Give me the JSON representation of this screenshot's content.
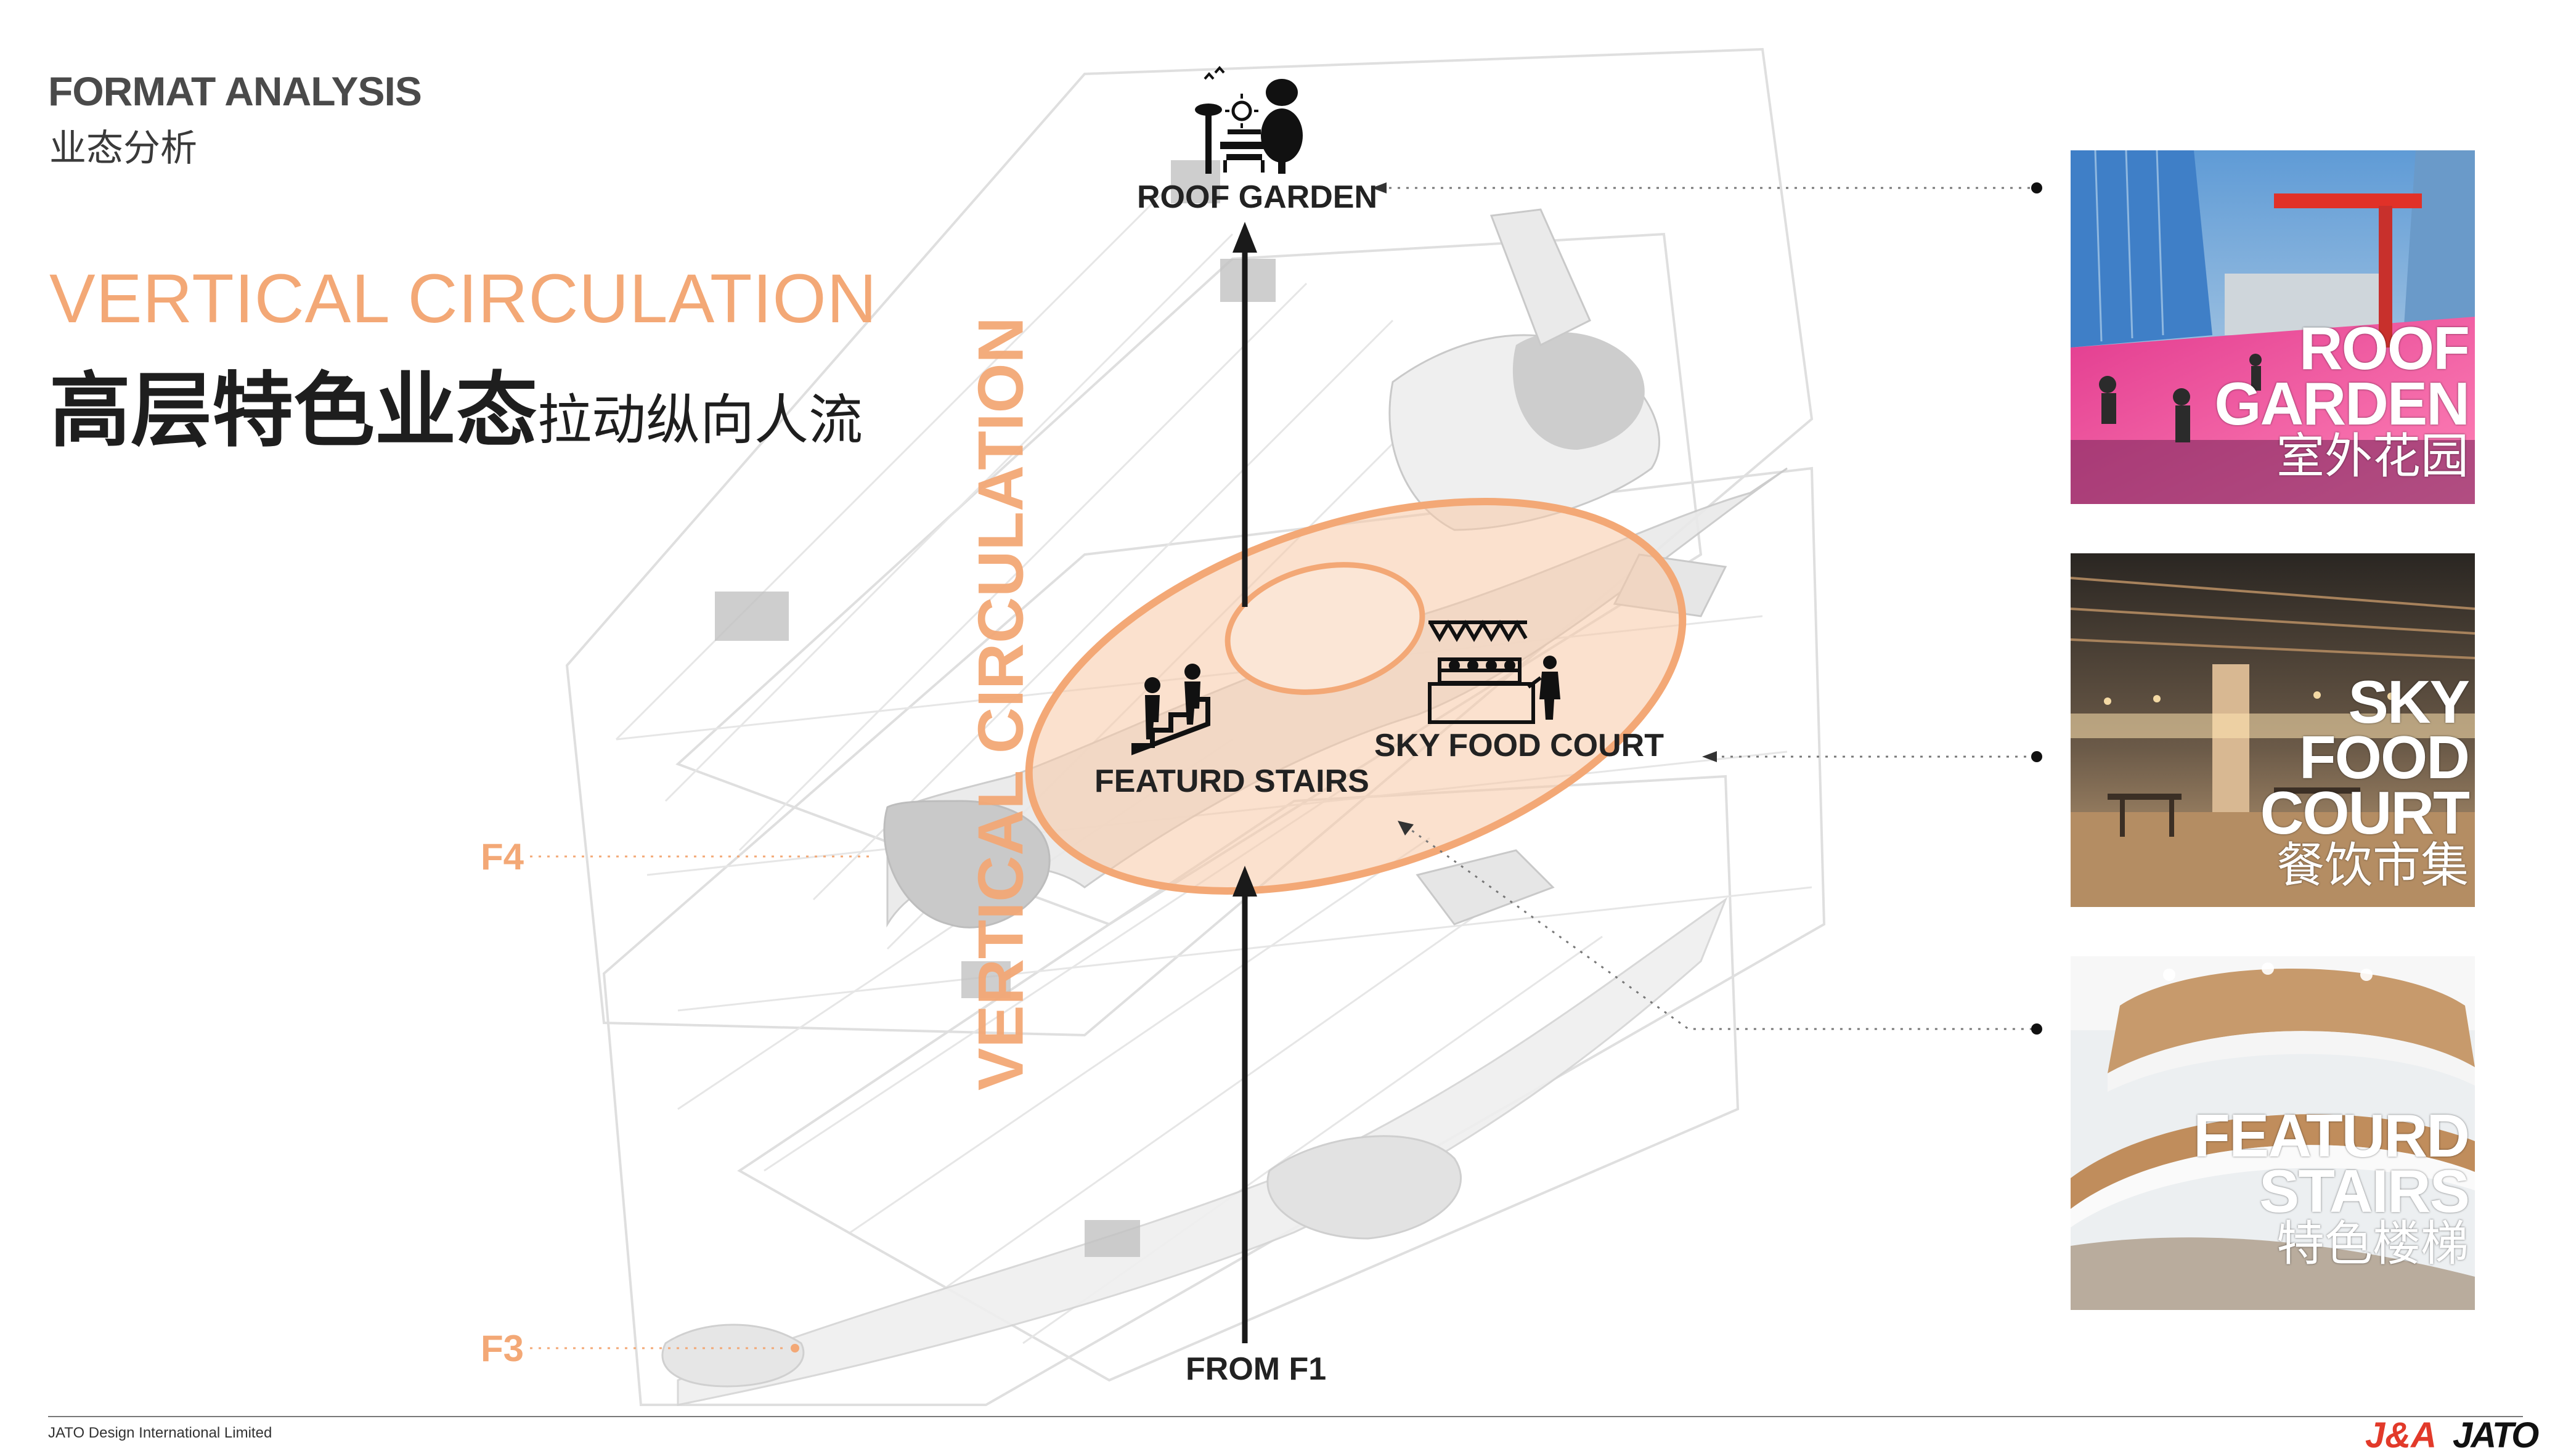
{
  "header": {
    "title_en": "FORMAT ANALYSIS",
    "title_cn": "业态分析"
  },
  "section": {
    "title_en": "VERTICAL CIRCULATION",
    "title_cn_main": "高层特色业态",
    "title_cn_sub": "拉动纵向人流"
  },
  "diagram": {
    "vertical_label": "VERTICAL CIRCULATION",
    "roof_garden_label": "ROOF GARDEN",
    "featured_stairs_label": "FEATURD STAIRS",
    "sky_food_court_label": "SKY FOOD COURT",
    "from_label": "FROM F1",
    "floor_f4": "F4",
    "floor_f3": "F3"
  },
  "photos": [
    {
      "title_line1": "ROOF",
      "title_line2": "GARDEN",
      "title_line3": "",
      "subtitle_cn": "室外花园"
    },
    {
      "title_line1": "SKY",
      "title_line2": "FOOD",
      "title_line3": "COURT",
      "subtitle_cn": "餐饮市集"
    },
    {
      "title_line1": "FEATURD",
      "title_line2": "STAIRS",
      "title_line3": "",
      "subtitle_cn": "特色楼梯"
    }
  ],
  "footer": {
    "company": "JATO Design International Limited",
    "logo_ja": "J&A",
    "logo_jato": "JATO"
  },
  "colors": {
    "accent": "#f3a876",
    "accent_fill": "#f8c9a6",
    "arrow": "#1a1a1a"
  },
  "icons": [
    "roof-garden-icon",
    "stairs-people-icon",
    "food-stall-icon"
  ]
}
